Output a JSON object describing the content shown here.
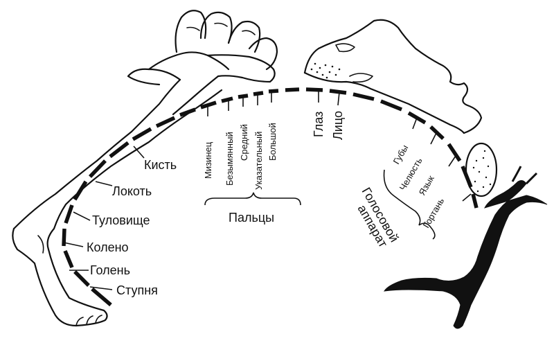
{
  "body_parts": {
    "hand": "Кисть",
    "elbow": "Локоть",
    "trunk": "Туловище",
    "knee": "Колено",
    "shin": "Голень",
    "foot": "Ступня",
    "eye": "Глаз",
    "face": "Лицо"
  },
  "fingers": {
    "little": "Мизинец",
    "ring": "Безымянный",
    "middle": "Средний",
    "index": "Указательный",
    "thumb": "Большой",
    "group": "Пальцы"
  },
  "vocal": {
    "lips": "Губы",
    "jaw": "Челюсть",
    "tongue": "Язык",
    "larynx": "Гортань",
    "group_line1": "Голосовой",
    "group_line2": "аппарат"
  }
}
